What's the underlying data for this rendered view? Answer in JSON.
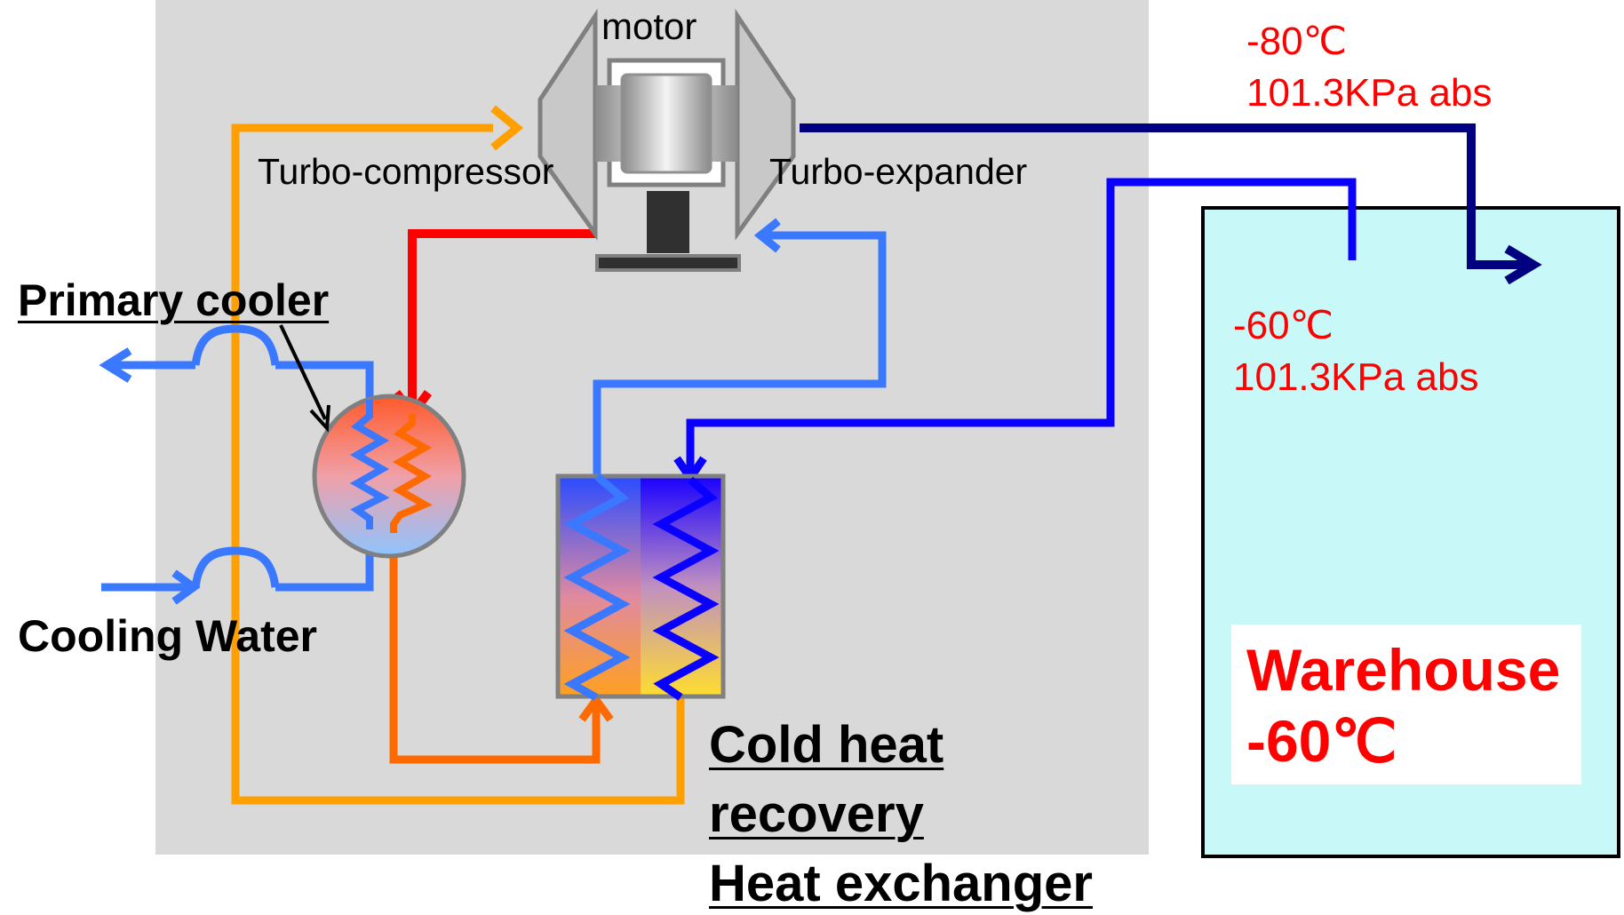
{
  "labels": {
    "motor": "motor",
    "turbo_compressor": "Turbo-compressor",
    "turbo_expander": "Turbo-expander",
    "primary_cooler": "Primary cooler",
    "cooling_water": "Cooling Water",
    "cold_heat_recovery": [
      "Cold heat",
      "recovery",
      "Heat exchanger"
    ]
  },
  "conditions": {
    "outlet_temp": "-80℃",
    "outlet_pressure": "101.3KPa abs",
    "return_temp": "-60℃",
    "return_pressure": "101.3KPa abs"
  },
  "warehouse": {
    "name": "Warehouse",
    "temp": "-60℃"
  },
  "colors": {
    "hot_line": "#ff0000",
    "warm_line": "#ff6a00",
    "intake_line": "#ffa000",
    "cool_line": "#3a78ff",
    "cold_line": "#0a00ff",
    "coldest_line": "#000080",
    "warehouse_fill": "#c8f8f8",
    "machine_room": "#d9d9d9"
  }
}
